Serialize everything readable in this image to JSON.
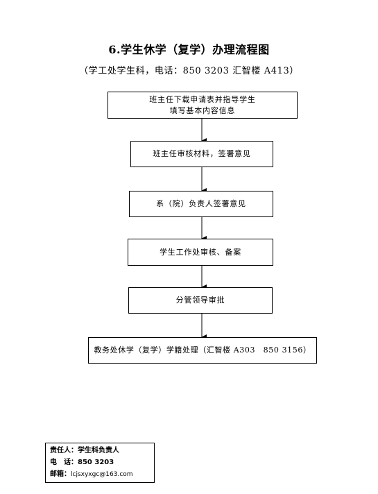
{
  "title": "6.学生休学（复学）办理流程图",
  "subtitle": "（学工处学生科，电话：850 3203 汇智楼 A413）",
  "steps": [
    {
      "lines": [
        "班主任下载申请表并指导学生",
        "填写基本内容信息"
      ]
    },
    {
      "lines": [
        "班主任审核材料，签署意见"
      ]
    },
    {
      "lines": [
        "系（院）负责人签署意见"
      ]
    },
    {
      "lines": [
        "学生工作处审核、备案"
      ]
    },
    {
      "lines": [
        "分管领导审批"
      ]
    },
    {
      "lines": [
        "教务处休学（复学）学籍处理（汇智楼 A303　850 3156）"
      ]
    }
  ],
  "contact": {
    "responsible_label": "责任人：",
    "responsible_value": "学生科负责人",
    "phone_label": "电　话：",
    "phone_value": "850 3203",
    "email_label": "邮箱：",
    "email_value": "lcjsxyxgc@163.com"
  }
}
